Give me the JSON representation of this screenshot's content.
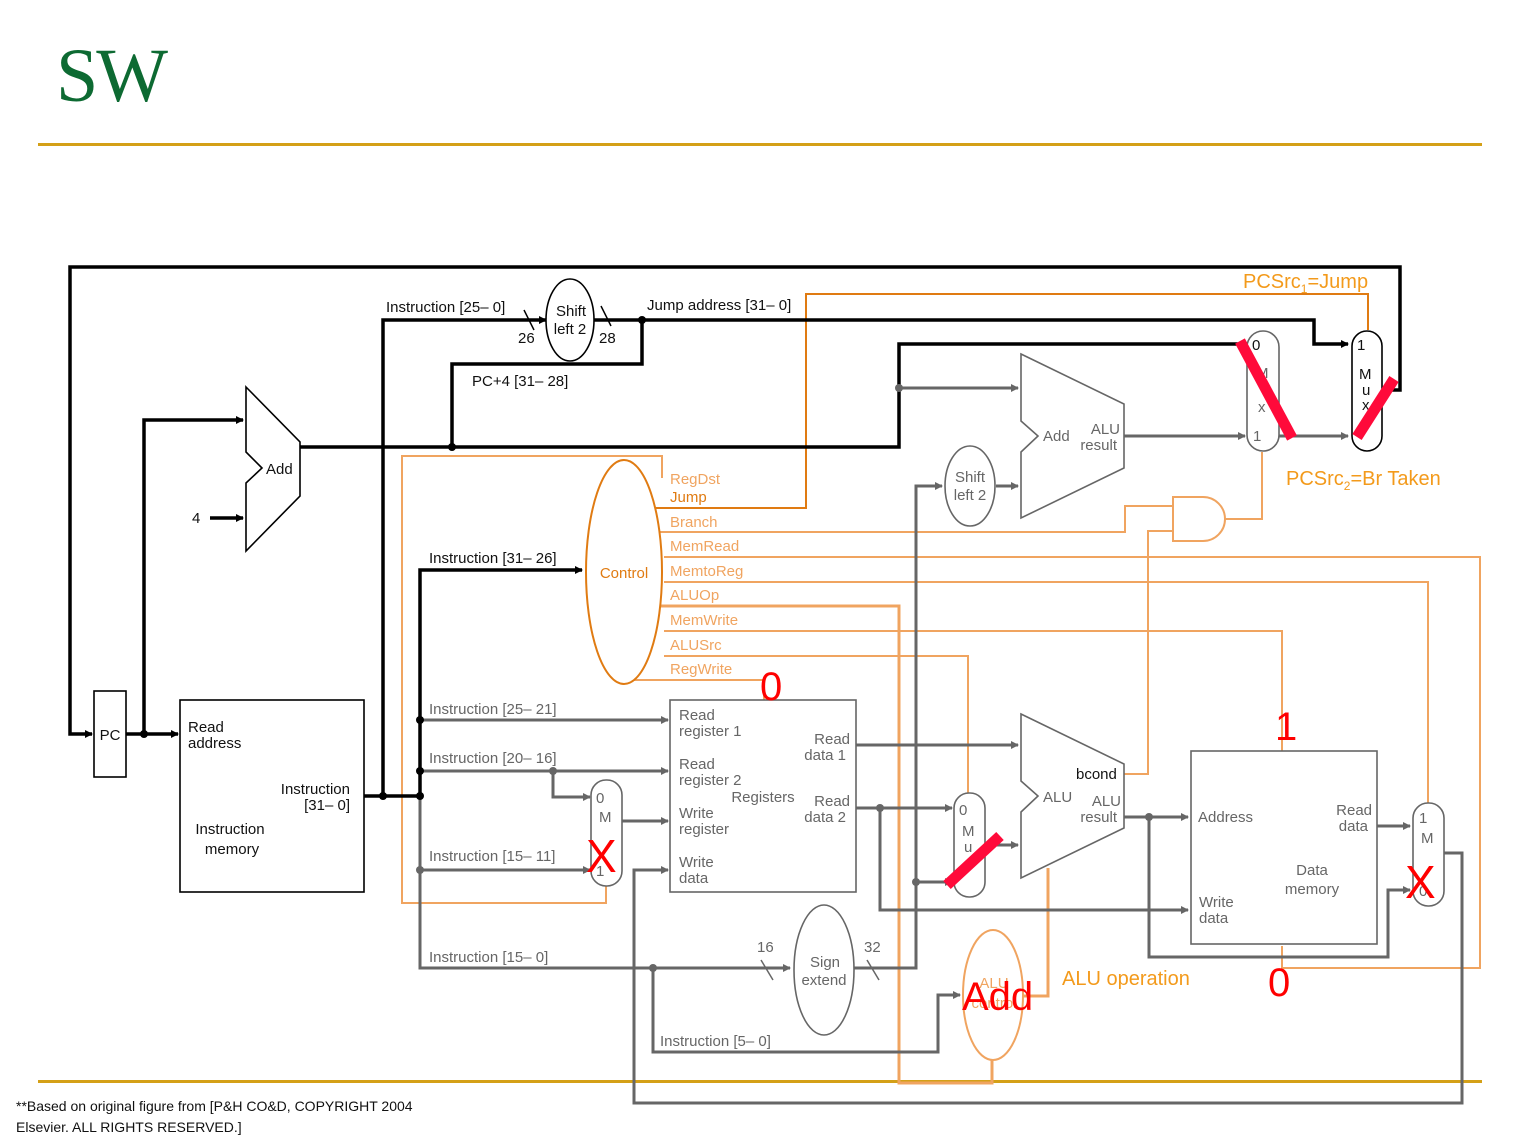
{
  "slide": {
    "title": "SW",
    "footnote_line1": "**Based on original figure from [P&H CO&D, COPYRIGHT 2004",
    "footnote_line2": "Elsevier. ALL RIGHTS RESERVED.]",
    "colors": {
      "title": "#0d6a32",
      "rule": "#d4a017",
      "control_signal": "#f0a460",
      "annotation": "#f39a1b",
      "overlay_red": "#ff0000",
      "strike": "#ff0a3a"
    }
  },
  "datapath": {
    "pc": "PC",
    "const_four": "4",
    "pc_adder": "Add",
    "imem": {
      "read_address_1": "Read",
      "read_address_2": "address",
      "instr_1": "Instruction",
      "instr_2": "[31– 0]",
      "name_1": "Instruction",
      "name_2": "memory"
    },
    "wires": {
      "instr_25_0": "Instruction [25– 0]",
      "w26": "26",
      "w28": "28",
      "jump_address": "Jump address [31– 0]",
      "pc4_31_28": "PC+4 [31– 28]",
      "instr_31_26": "Instruction [31– 26]",
      "instr_25_21": "Instruction [25– 21]",
      "instr_20_16": "Instruction [20– 16]",
      "instr_15_11": "Instruction [15– 11]",
      "instr_15_0": "Instruction [15– 0]",
      "instr_5_0": "Instruction [5– 0]",
      "w16": "16",
      "w32": "32"
    },
    "shift_top": {
      "line1": "Shift",
      "line2": "left 2"
    },
    "shift_branch": {
      "line1": "Shift",
      "line2": "left 2"
    },
    "control": {
      "label": "Control",
      "signals": [
        "RegDst",
        "Jump",
        "Branch",
        "MemRead",
        "MemtoReg",
        "ALUOp",
        "MemWrite",
        "ALUSrc",
        "RegWrite"
      ]
    },
    "registers": {
      "read_reg1_1": "Read",
      "read_reg1_2": "register 1",
      "read_reg2_1": "Read",
      "read_reg2_2": "register 2",
      "write_reg_1": "Write",
      "write_reg_2": "register",
      "write_data_1": "Write",
      "write_data_2": "data",
      "name": "Registers",
      "read_data1_1": "Read",
      "read_data1_2": "data 1",
      "read_data2_1": "Read",
      "read_data2_2": "data 2"
    },
    "branch_adder": {
      "label": "Add",
      "result_1": "ALU",
      "result_2": "result"
    },
    "alu": {
      "label": "ALU",
      "bcond": "bcond",
      "result_1": "ALU",
      "result_2": "result"
    },
    "sign_extend": {
      "line1": "Sign",
      "line2": "extend"
    },
    "alu_control": {
      "line1": "ALU",
      "line2": "control"
    },
    "dmem": {
      "address": "Address",
      "read_data_1": "Read",
      "read_data_2": "data",
      "write_data_1": "Write",
      "write_data_2": "data",
      "name_1": "Data",
      "name_2": "memory"
    },
    "mux": {
      "M": "M",
      "u": "u",
      "x": "x",
      "in0": "0",
      "in1": "1"
    }
  },
  "annotations": {
    "pcsrc1_prefix": "PCSrc",
    "pcsrc1_sub": "1",
    "pcsrc1_value": "=Jump",
    "pcsrc2_prefix": "PCSrc",
    "pcsrc2_sub": "2",
    "pcsrc2_value": "=Br Taken",
    "alu_operation": "ALU operation",
    "alu_control_value": "Add",
    "regwrite_value": "0",
    "memwrite_value": "1",
    "memread_value": "0",
    "regdst_mux": "X",
    "memtoreg_mux": "X"
  }
}
